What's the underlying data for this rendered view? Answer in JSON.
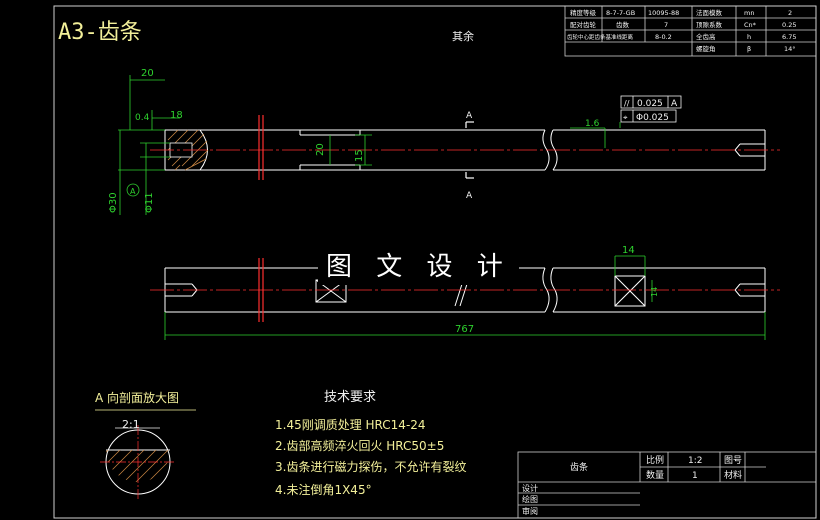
{
  "title": "A3-齿条",
  "surface_roughness_note": "其余",
  "watermark": "图 文 设 计",
  "param_table": {
    "left": [
      [
        "精度等级",
        "8-7-7-GB",
        "10095-88"
      ],
      [
        "配对齿轮",
        "齿数",
        "7"
      ],
      [
        "齿轮中心距齿条基准线距离",
        "",
        "8-0.2"
      ]
    ],
    "right": [
      [
        "法面模数",
        "mn",
        "2"
      ],
      [
        "顶隙系数",
        "Cn*",
        "0.25"
      ],
      [
        "全齿高",
        "h",
        "6.75"
      ],
      [
        "螺旋角",
        "β",
        "14°"
      ]
    ]
  },
  "dimensions": {
    "d20_top": "20",
    "d18": "18",
    "d04": "0.4",
    "d20_mid": "20",
    "d15": "15",
    "phi30": "Φ30",
    "phi11": "Φ11",
    "l14": "14",
    "l767": "767",
    "l1": "14",
    "r16": "1.6",
    "tol_par": "0.025",
    "tol_par_ref": "A",
    "tol_pos": "Φ0.025",
    "section_a": "A",
    "datum_a": "A"
  },
  "section_view": {
    "title": "A 向剖面放大图",
    "scale": "2:1"
  },
  "tech_requirements": {
    "heading": "技术要求",
    "items": [
      "1.45刚调质处理 HRC14-24",
      "2.齿部高频淬火回火 HRC50±5",
      "3.齿条进行磁力探伤，不允许有裂纹",
      "4.未注倒角1X45°"
    ]
  },
  "title_block": {
    "part_name": "齿条",
    "scale_label": "比例",
    "scale_value": "1:2",
    "drawing_no_label": "图号",
    "qty_label": "数量",
    "qty_value": "1",
    "material_label": "材料",
    "design": "设计",
    "draw": "绘图",
    "check": "审阅"
  },
  "colors": {
    "outline": "#ffffff",
    "dimension": "#2ed12e",
    "centerline": "#ff3030",
    "text_yellow": "#f3f09a",
    "frame": "#cfcfcf"
  }
}
